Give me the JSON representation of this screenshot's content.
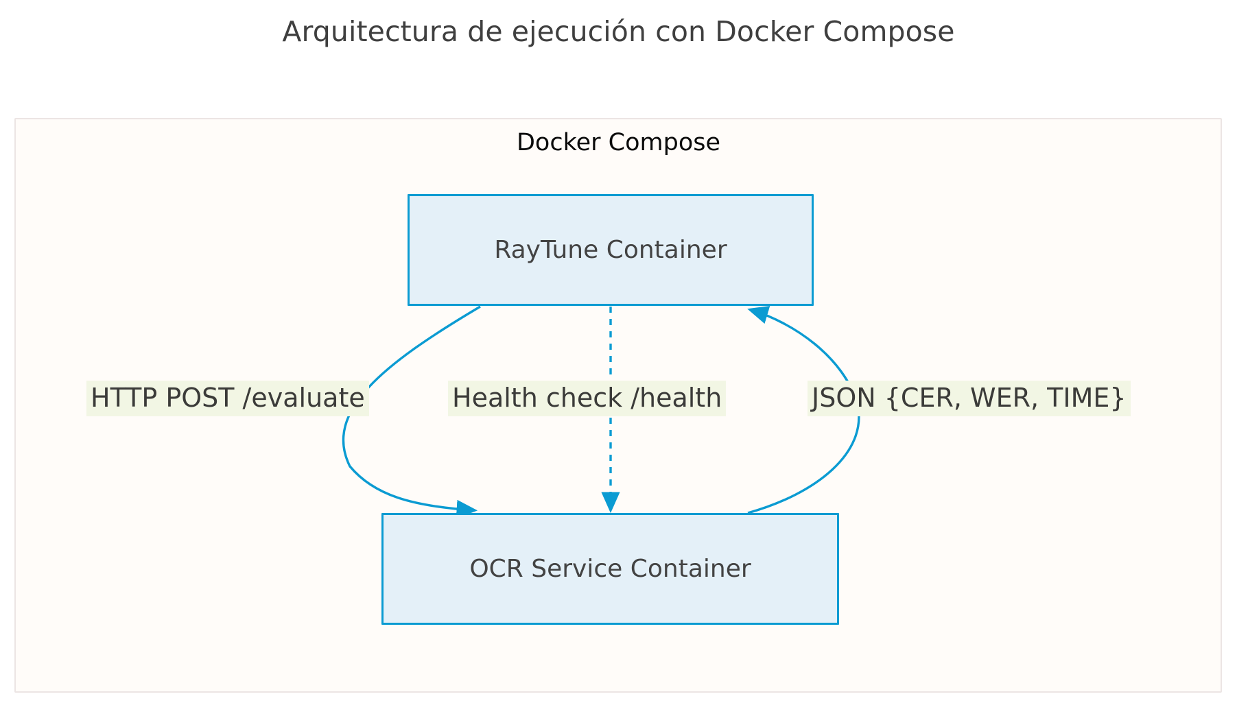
{
  "title": "Arquitectura de ejecución con Docker Compose",
  "subgraph": {
    "label": "Docker Compose"
  },
  "nodes": [
    {
      "id": "raytune",
      "label": "RayTune Container"
    },
    {
      "id": "ocr",
      "label": "OCR Service Container"
    }
  ],
  "edges": [
    {
      "id": "request",
      "from": "raytune",
      "to": "ocr",
      "label": "HTTP POST /evaluate",
      "style": "solid",
      "direction": "down"
    },
    {
      "id": "health",
      "from": "raytune",
      "to": "ocr",
      "label": "Health check /health",
      "style": "dotted",
      "direction": "down"
    },
    {
      "id": "response",
      "from": "ocr",
      "to": "raytune",
      "label": "JSON {CER, WER, TIME}",
      "style": "solid",
      "direction": "up"
    }
  ],
  "colors": {
    "page_background": "#ffffff",
    "title_text": "#3f3f3f",
    "subgraph_fill": "#fffcf9",
    "subgraph_border": "#ece5e4",
    "subgraph_label_text": "#0b0b0b",
    "node_fill": "#e4f0f8",
    "node_border": "#0b9bd2",
    "node_text": "#434343",
    "edge_stroke": "#0b9bd2",
    "edge_label_fill": "#f2f6e4",
    "edge_label_text": "#3b3b39"
  }
}
